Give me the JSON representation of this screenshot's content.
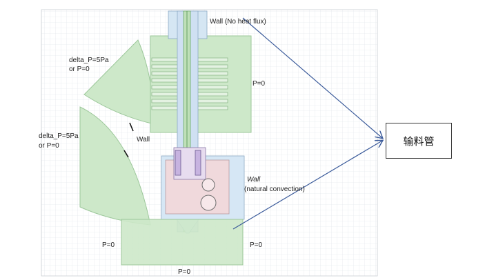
{
  "labels": {
    "wall_top": "Wall  (No heat flux)",
    "delta_upper_1": "delta_P=5Pa",
    "delta_upper_2": "or P=0",
    "delta_lower_1": "delta_P=5Pa",
    "delta_lower_2": "or P=0",
    "p_right": "P=0",
    "wall_mid": "Wall",
    "wall_conv_1": "Wall",
    "wall_conv_2": "(natural convection)",
    "p_bottom_left": "P=0",
    "p_bottom_right": "P=0",
    "p_bottom": "P=0"
  },
  "callout": {
    "text": "输料管"
  },
  "colors": {
    "grid": "#d9dee3",
    "fluid": "#c8e6c4",
    "fluid_edge": "#9cc79a",
    "heater": "#cfe0f2",
    "arrow": "#3a5a9a"
  }
}
